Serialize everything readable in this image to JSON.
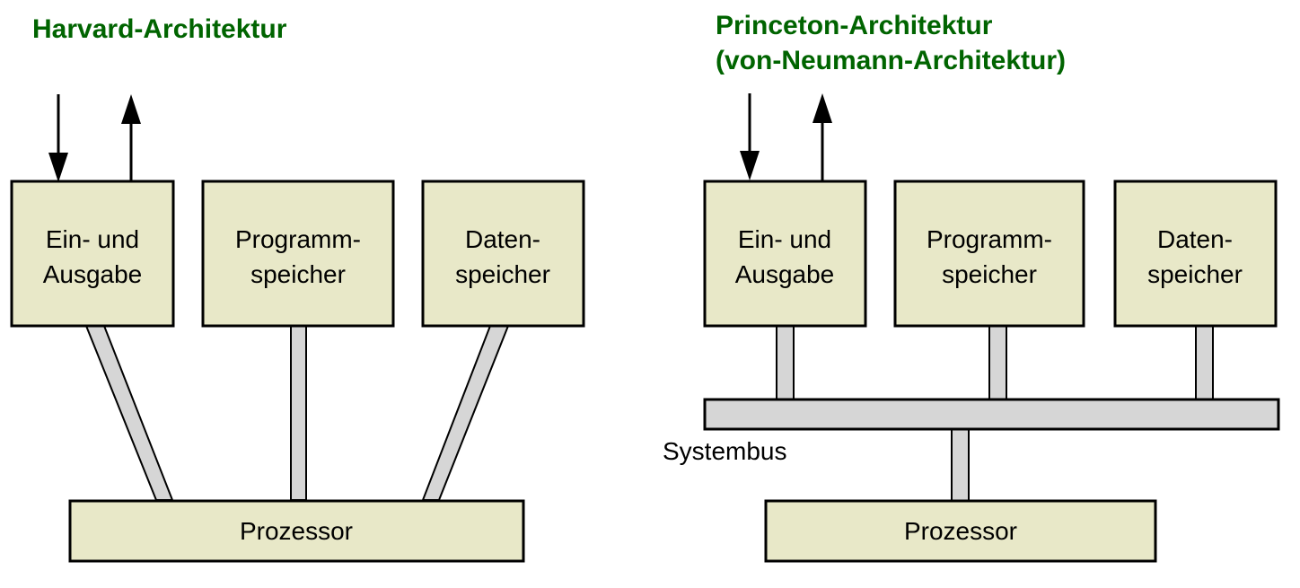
{
  "figure": {
    "background_color": "#ffffff",
    "title_color": "#006400",
    "box_fill_color": "#e8e8c8",
    "bus_fill_color": "#d6d6d6",
    "stroke_color": "#000000"
  },
  "diagrams": [
    {
      "id": "harvard",
      "title": "Harvard-Architektur",
      "title_line2": "",
      "units": [
        {
          "name": "io",
          "label_line1": "Ein- und",
          "label_line2": "Ausgabe"
        },
        {
          "name": "program-memory",
          "label_line1": "Programm-",
          "label_line2": "speicher"
        },
        {
          "name": "data-memory",
          "label_line1": "Daten-",
          "label_line2": "speicher"
        }
      ],
      "processor_label": "Prozessor",
      "bus_label": "",
      "external_arrows": [
        {
          "name": "input-arrow",
          "direction": "down"
        },
        {
          "name": "output-arrow",
          "direction": "up"
        }
      ]
    },
    {
      "id": "princeton",
      "title": "Princeton-Architektur",
      "title_line2": "(von-Neumann-Architektur)",
      "units": [
        {
          "name": "io",
          "label_line1": "Ein- und",
          "label_line2": "Ausgabe"
        },
        {
          "name": "program-memory",
          "label_line1": "Programm-",
          "label_line2": "speicher"
        },
        {
          "name": "data-memory",
          "label_line1": "Daten-",
          "label_line2": "speicher"
        }
      ],
      "processor_label": "Prozessor",
      "bus_label": "Systembus",
      "external_arrows": [
        {
          "name": "input-arrow",
          "direction": "down"
        },
        {
          "name": "output-arrow",
          "direction": "up"
        }
      ]
    }
  ]
}
